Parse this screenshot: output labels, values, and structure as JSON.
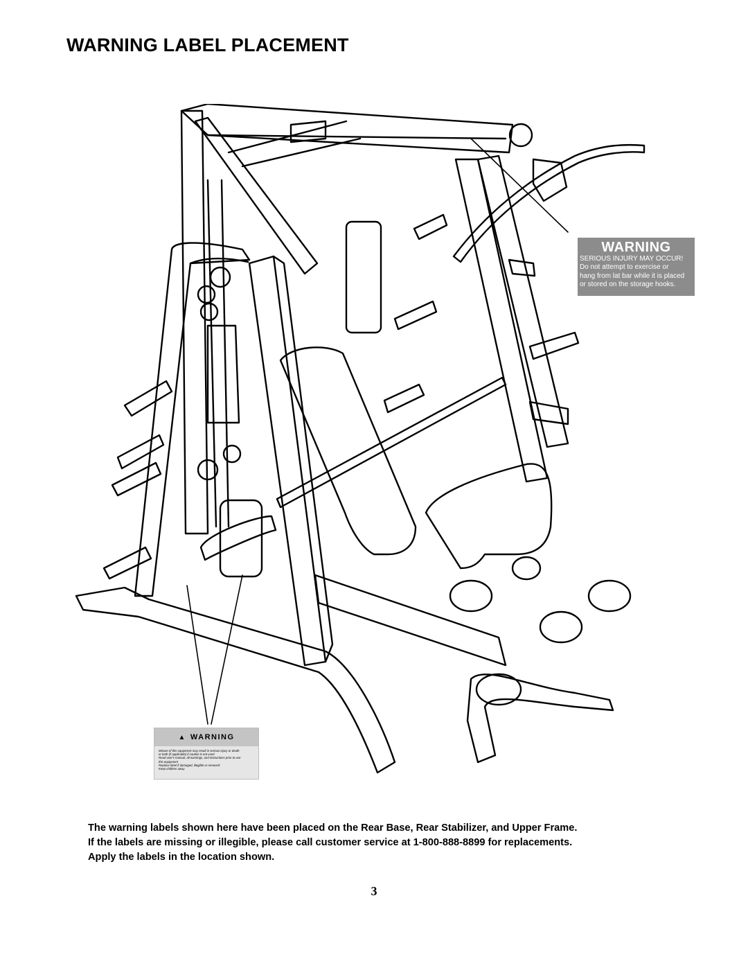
{
  "page": {
    "title": "WARNING LABEL PLACEMENT",
    "page_number": "3"
  },
  "upper_label": {
    "header": "WARNING",
    "subheader": "SERIOUS INJURY MAY OCCUR!",
    "lines": [
      "Do not attempt to exercise or",
      "hang from lat bar while it is placed",
      "or stored on the storage hooks."
    ]
  },
  "base_label": {
    "header": "WARNING",
    "lines": [
      "Misuse of this equipment may result in serious injury or death",
      "or both (if applicable) if caution is not used",
      "Read user's manual, all warnings, and instructions prior to use",
      "this equipment",
      "Replace label if damaged, illegible or removed",
      "Keep children away"
    ]
  },
  "caption": {
    "lines": [
      "The warning labels shown here have been placed on the Rear Base, Rear Stabilizer, and Upper Frame.",
      "If the labels are missing or illegible, please call customer service at 1-800-888-8899 for replacements.",
      "Apply the labels in the location shown."
    ]
  },
  "icons": {
    "warning_triangle": "warning-triangle-icon"
  }
}
